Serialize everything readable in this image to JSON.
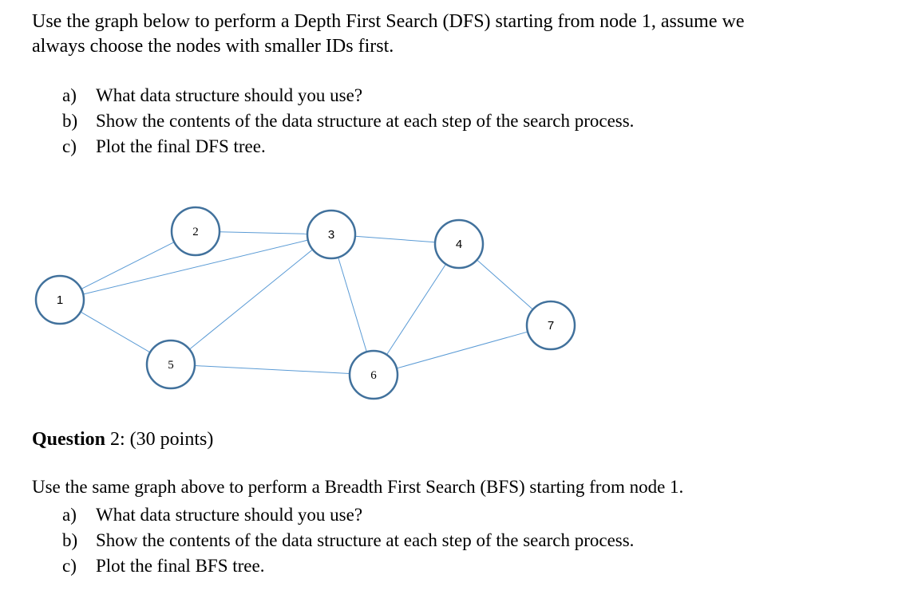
{
  "intro": {
    "line1": "Use the graph below to perform a Depth First Search (DFS) starting from node 1, assume we",
    "line2": "always choose the nodes with smaller IDs first."
  },
  "question1_items": [
    {
      "label": "a)",
      "text": "What data structure should you use?"
    },
    {
      "label": "b)",
      "text": "Show the contents of the data structure at each step of the search process."
    },
    {
      "label": "c)",
      "text": "Plot the final DFS tree."
    }
  ],
  "graph": {
    "nodes": [
      {
        "id": "1",
        "label": "1",
        "font": "sans"
      },
      {
        "id": "2",
        "label": "2",
        "font": "serif"
      },
      {
        "id": "3",
        "label": "3",
        "font": "sans"
      },
      {
        "id": "4",
        "label": "4",
        "font": "sans"
      },
      {
        "id": "5",
        "label": "5",
        "font": "serif"
      },
      {
        "id": "6",
        "label": "6",
        "font": "serif"
      },
      {
        "id": "7",
        "label": "7",
        "font": "sans"
      }
    ],
    "edges": [
      [
        "1",
        "2"
      ],
      [
        "1",
        "3"
      ],
      [
        "1",
        "5"
      ],
      [
        "2",
        "3"
      ],
      [
        "3",
        "4"
      ],
      [
        "3",
        "5"
      ],
      [
        "3",
        "6"
      ],
      [
        "4",
        "6"
      ],
      [
        "4",
        "7"
      ],
      [
        "5",
        "6"
      ],
      [
        "6",
        "7"
      ]
    ],
    "colors": {
      "node_stroke": "#41719C",
      "edge": "#5B9BD5"
    }
  },
  "question2": {
    "heading_bold": "Question",
    "heading_rest": " 2: (30 points)",
    "text": "Use the same graph above to perform a Breadth First Search (BFS) starting from node 1."
  },
  "question2_items": [
    {
      "label": "a)",
      "text": "What data structure should you use?"
    },
    {
      "label": "b)",
      "text": "Show the contents of the data structure at each step of the search process."
    },
    {
      "label": "c)",
      "text": "Plot the final BFS tree."
    }
  ]
}
